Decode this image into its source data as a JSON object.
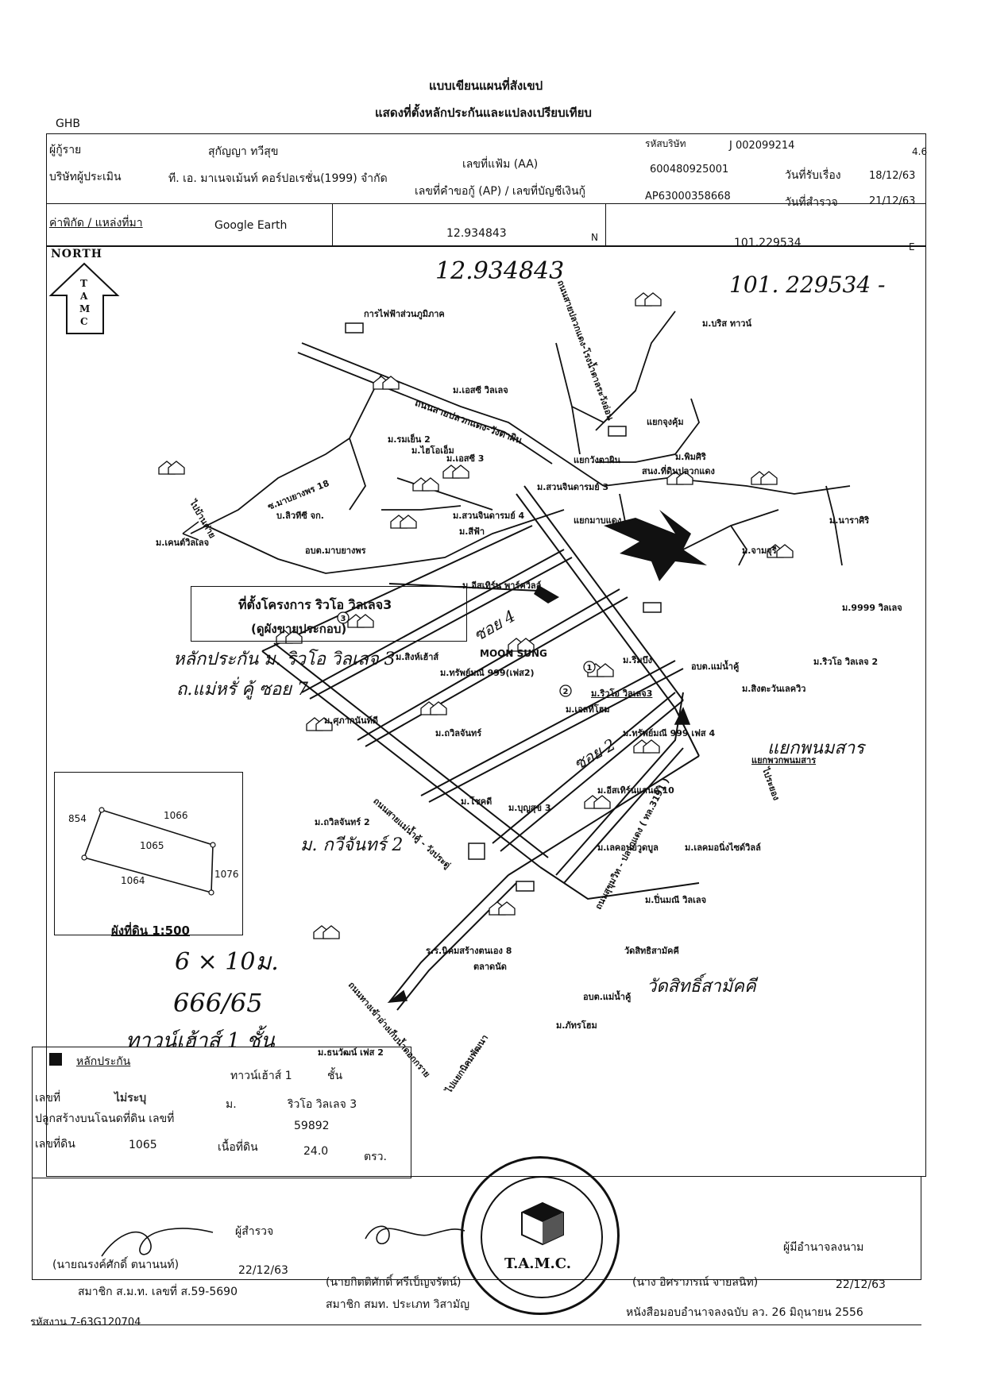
{
  "header": {
    "title": "แบบเขียนแผนที่สังเขป",
    "subtitle": "แสดงที่ตั้งหลักประกันและแปลงเปรียบเทียบ",
    "bank": "GHB",
    "page_no": "4.6"
  },
  "info": {
    "borrower_label": "ผู้กู้ราย",
    "borrower_name": "สุกัญญา ทวีสุข",
    "company_code_label": "รหัสบริษัท",
    "company_code": "J 002099214",
    "appraiser_label": "บริษัทผู้ประเมิน",
    "appraiser_name": "ที. เอ. มาเนจเม้นท์ คอร์ปอเรชั่น(1999) จำกัด",
    "file_no_label": "เลขที่แฟ้ม (AA)",
    "file_no": "600480925001",
    "request_label": "เลขที่คำขอกู้ (AP) / เลขที่บัญชีเงินกู้",
    "request_no": "AP63000358668",
    "received_label": "วันที่รับเรื่อง",
    "received_date": "18/12/63",
    "survey_label": "วันที่สำรวจ",
    "survey_date": "21/12/63",
    "coord_label": "ค่าพิกัด / แหล่งที่มา",
    "coord_source": "Google Earth",
    "lat": "12.934843",
    "lat_dir": "N",
    "lon": "101.229534",
    "lon_dir": "E"
  },
  "north": {
    "title": "NORTH",
    "letters": [
      "T",
      "A",
      "M",
      "C"
    ]
  },
  "handwritten": {
    "lat": "12.934843",
    "lon": "101. 229534 -",
    "plot_note": "หลักประกัน ม. ริวโอ วิลเลจ 3",
    "road_note": "ถ.แม่หรั่ คู้ ซอย 7",
    "soi4": "ซอย 4",
    "soi2": "ซอย 2",
    "junction": "แยกพนมสาร",
    "kaweechai": "ม. กวีจันทร์ 2",
    "size": "6 × 10ม.",
    "house_no": "666/65",
    "type": "ทาวน์เฮ้าส์ 1 ชั้น",
    "wat": "วัดสิทธิ์สามัคคี"
  },
  "map": {
    "project_box_line1": "ที่ตั้งโครงการ ริวโอ วิลเลจ3",
    "project_box_line2": "(ดูผังขายประกอบ)",
    "labels": {
      "pea": "การไฟฟ้าส่วนภูมิภาค",
      "birth_town": "ม.บริส ทาวน์",
      "ngt_village": "ม.เอสซี วิลเลจ",
      "road_main": "ถนนสายปลวกแดง-วังตาผิน",
      "road_north": "ถนนสายปลวกแดง-โรงน้ำตาลระวังอ่อน",
      "ramyen2": "ม.รมเย็น 2",
      "hiohome": "ม.ไฮโอเอ็ม",
      "sc3": "ม.เอสซี 3",
      "yaek_kohkhum": "แยกจุงคุ้ม",
      "yaek_wangtaphin": "แยกวังตาผิน",
      "pimsiri": "ม.พิมศิริ",
      "nongsanam": "สนง.ที่ดินปลวกแดง",
      "suanchindaram3": "ม.สวนจินดารมย์ 3",
      "maplyang18": "ซ.มาบยางพร 18",
      "bluetisi": "บ.ลิวทีซี จก.",
      "yaek_map": "แยกมาบแดง",
      "swan4": "ม.สวนจินดารมย์ 4",
      "sifa": "ม.สีฟ้า",
      "narasiri": "ม.นาราศิริ",
      "jamjuree": "ม.จามจุรี",
      "kenwoo": "ม.เคนต์วิลเลจ",
      "obt_maplyang": "อบต.มาบยางพร",
      "eastern_park": "ม.อีสเทิร์น พาร์ควิลล์",
      "v9999": "ม.9999 วิลเลจ",
      "ryuo2": "ม.ริวโอ วิลเลจ 2",
      "moonsung": "MOON SUNG",
      "rimbing": "ม.ริมบึง",
      "obt_maenamku": "อบต.แม่น้ำคู้",
      "singtawan": "ม.สิงตะวันเลควิว",
      "singhouse": "ม.สิงห์เฮ้าส์",
      "sapsomboon": "ม.ทรัพย์มณี 999(เฟส2)",
      "ryuo3": "ม.ริวโอ วิลเลจ3",
      "esthome": "ม.เอสทีโฮม",
      "sakura": "ม.ศุภากนันท์ดี",
      "kaweechai": "ม.ถวิลจันทร์",
      "sap999_4": "ม.ทรัพย์มณี 999 เฟส 4",
      "yaek_phanom": "แยกพวกพนมสาร",
      "kaweechai2": "ม.ถวิลจันทร์ 2",
      "chokdee": "ม.โชคดี",
      "boonsuk3": "ม.บุญสุข 3",
      "eastern10": "ม.อีสเทิร์นแลนด์ 10",
      "lake": "ม.เลคอนย์วูดบูล",
      "lakemoni": "ม.เลคมอนิ่งไซด์วิลล์",
      "mungtang": "ม.ปิ่นมณี วิลเลจ",
      "road_diag": "ถนนสายแม่น้ำคู้ - วังประดู่",
      "road_sukhumvit": "ถนนสุขุมวิท - ปลวกแดง ( ทล.3191 )",
      "school": "ร.ร.นิคมสร้างตนเอง 8",
      "market": "ตลาดนัด",
      "wat_sitti": "วัดสิทธิสามัคคี",
      "obt2": "อบต.แม่น้ำคู้",
      "pattaranthorn": "ม.ภัทรโฮม",
      "tanawan": "ม.ธนวัฒน์ เฟส 2",
      "road_south": "ถนนทางเข้าอ่างเก็บน้ำดอกกราย",
      "yaek_nikom": "ไปแยกนิคมพัฒนา",
      "to_banbueng": "ไปบ้านค่าย",
      "to_rayong": "ไประยอง"
    }
  },
  "plot": {
    "numbers": [
      "854",
      "1066",
      "1065",
      "1064",
      "1076"
    ],
    "scale_label": "ผังที่ดิน 1:500"
  },
  "collateral": {
    "title": "หลักประกัน",
    "type_label": "ทาวน์เฮ้าส์ 1",
    "floor_label": "ชั้น",
    "no_label": "เลขที่",
    "no_value": "ไม่ระบุ",
    "village_label": "ม.",
    "village_value": "ริวโอ วิลเลจ 3",
    "deed_label": "ปลูกสร้างบนโฉนดที่ดิน เลขที่",
    "deed_value": "59892",
    "land_no_label": "เลขที่ดิน",
    "land_no_value": "1065",
    "area_label": "เนื้อที่ดิน",
    "area_value": "24.0",
    "area_unit": "ตรว."
  },
  "signatures": {
    "surveyor_role": "ผู้สำรวจ",
    "surveyor_name": "(นายณรงค์ศักดิ์ ตนานนท์)",
    "surveyor_date": "22/12/63",
    "surveyor_member": "สมาชิก ส.ม.ท. เลขที่ ส.59-5690",
    "reviewer_name": "(นายกิตติศักดิ์ ศรีเบ็ญจรัตน์)",
    "reviewer_member": "สมาชิก สมท. ประเภท วิสามัญ",
    "authorized_role": "ผู้มีอำนาจลงนาม",
    "authorized_name": "(นาง อิศราภรณ์ จายลนิท)",
    "authorized_date": "22/12/63",
    "authorized_note": "หนังสือมอบอำนาจลงฉบับ ลว. 26 มิถุนายน 2556",
    "stamp_text": "T.A.M.C."
  },
  "footer": {
    "job_code": "รหัสงาน 7-63G120704"
  }
}
